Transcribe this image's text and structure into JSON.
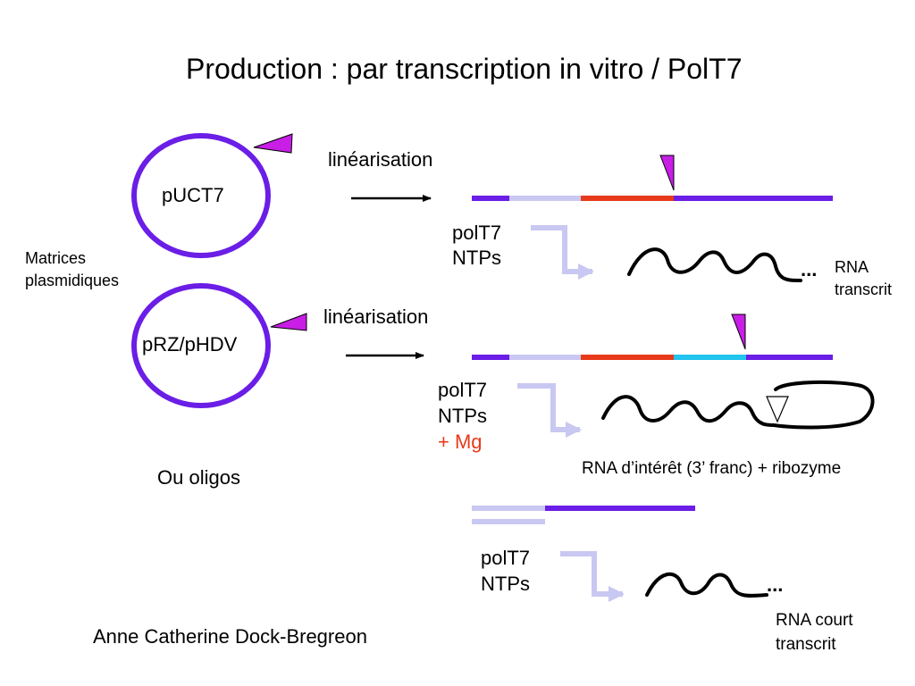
{
  "title": "Production : par transcription in vitro / PolT7",
  "left": {
    "plasmid_top": "pUCT7",
    "plasmid_bottom": "pRZ/pHDV",
    "matrices_line1": "Matrices",
    "matrices_line2": "plasmidiques",
    "oligos": "Ou oligos",
    "author": "Anne Catherine Dock-Bregreon"
  },
  "row1": {
    "step": "linéarisation",
    "polt7": "polT7",
    "ntps": "NTPs",
    "product_line1": "RNA",
    "product_line2": "transcrit",
    "ellipsis": "..."
  },
  "row2": {
    "step": "linéarisation",
    "polt7": "polT7",
    "ntps": "NTPs",
    "mg": "+ Mg",
    "product": "RNA d’intérêt (3’ franc) + ribozyme"
  },
  "row3": {
    "polt7": "polT7",
    "ntps": "NTPs",
    "product_line1": "RNA court",
    "product_line2": "transcrit",
    "ellipsis": "..."
  },
  "colors": {
    "plasmid": "#6a1ee6",
    "dna": "#6a1ee6",
    "promoter": "#c8c8f2",
    "insert": "#e83a1a",
    "ribozyme": "#22c4ee",
    "cut_marker": "#c81ee6",
    "mg_text": "#e83a1a"
  }
}
